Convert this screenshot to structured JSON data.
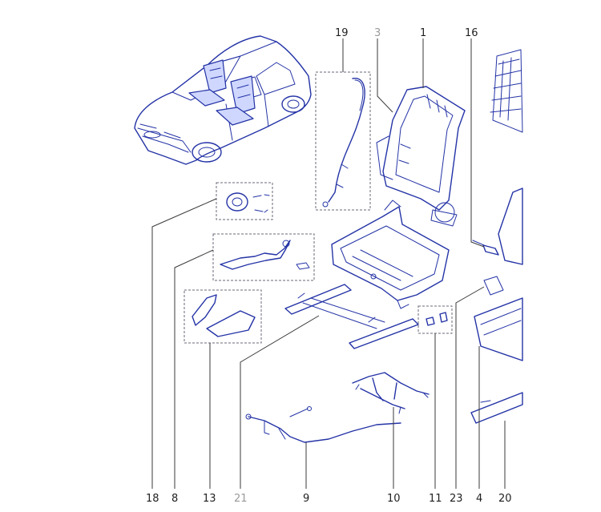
{
  "diagram": {
    "ink_color": "#2433a6",
    "highlight_color": "#cfd7ff",
    "labels": [
      {
        "id": "lbl-19",
        "text": "19",
        "muted": false
      },
      {
        "id": "lbl-3",
        "text": "3",
        "muted": true
      },
      {
        "id": "lbl-1",
        "text": "1",
        "muted": false
      },
      {
        "id": "lbl-16",
        "text": "16",
        "muted": false
      },
      {
        "id": "lbl-18",
        "text": "18",
        "muted": false
      },
      {
        "id": "lbl-8",
        "text": "8",
        "muted": false
      },
      {
        "id": "lbl-13",
        "text": "13",
        "muted": false
      },
      {
        "id": "lbl-21",
        "text": "21",
        "muted": true
      },
      {
        "id": "lbl-9",
        "text": "9",
        "muted": false
      },
      {
        "id": "lbl-10",
        "text": "10",
        "muted": false
      },
      {
        "id": "lbl-11",
        "text": "11",
        "muted": false
      },
      {
        "id": "lbl-23",
        "text": "23",
        "muted": false
      },
      {
        "id": "lbl-4",
        "text": "4",
        "muted": false
      },
      {
        "id": "lbl-20",
        "text": "20",
        "muted": false
      }
    ]
  }
}
